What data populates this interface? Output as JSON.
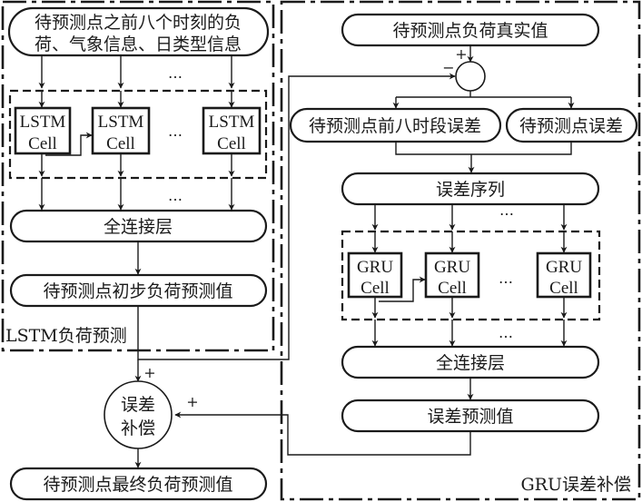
{
  "lstm_section": {
    "label": "LSTM负荷预测",
    "input_line1": "待预测点之前八个时刻的负",
    "input_line2": "荷、气象信息、日类型信息",
    "cell_line1": "LSTM",
    "cell_line2": "Cell",
    "ellipsis": "…",
    "dense_layer": "全连接层",
    "initial_prediction": "待预测点初步负荷预测值"
  },
  "gru_section": {
    "label": "GRU误差补偿",
    "actual_value": "待预测点负荷真实值",
    "plus_sign": "+",
    "minus_sign": "−",
    "prev_errors": "待预测点前八时段误差",
    "point_error": "待预测点误差",
    "error_sequence": "误差序列",
    "cell_line1": "GRU",
    "cell_line2": "Cell",
    "ellipsis": "…",
    "dense_layer": "全连接层",
    "error_prediction": "误差预测值"
  },
  "compensation": {
    "node_line1": "误差",
    "node_line2": "补偿",
    "plus_top": "+",
    "plus_right": "+",
    "final_prediction": "待预测点最终负荷预测值"
  }
}
